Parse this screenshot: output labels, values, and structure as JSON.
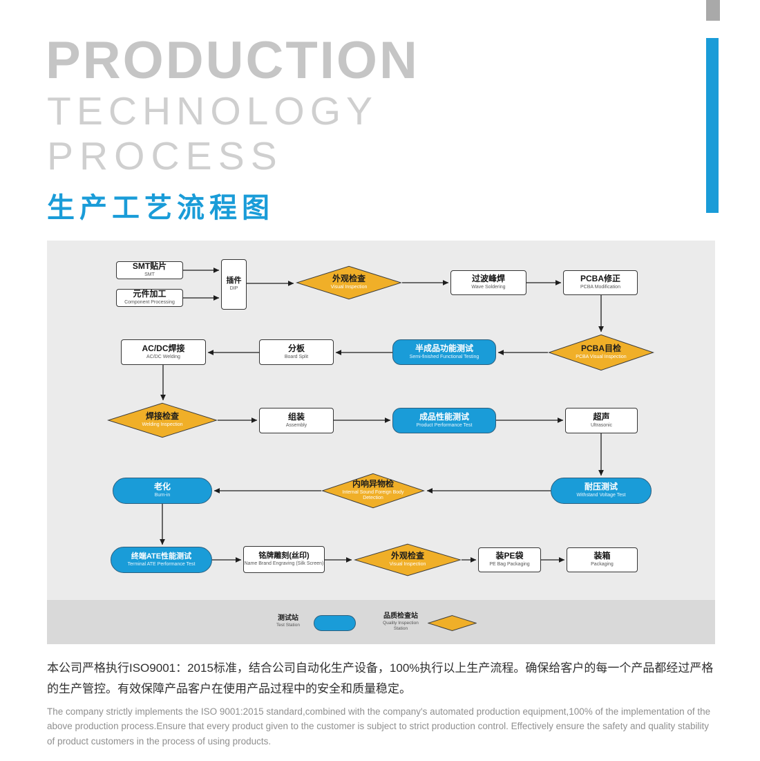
{
  "header": {
    "title_line1": "PRODUCTION",
    "title_line2": "TECHNOLOGY",
    "title_line3": "PROCESS",
    "subtitle_cn": "生产工艺流程图"
  },
  "flowchart": {
    "nodes": {
      "smt": {
        "label": "SMT贴片",
        "sub": "SMT",
        "type": "rect"
      },
      "component_processing": {
        "label": "元件加工",
        "sub": "Component Processing",
        "type": "rect"
      },
      "dip": {
        "label": "插件",
        "sub": "DIP",
        "type": "rect"
      },
      "visual_inspection_1": {
        "label": "外观检查",
        "sub": "Visual Inspection",
        "type": "diamond"
      },
      "wave_soldering": {
        "label": "过波峰焊",
        "sub": "Wave Soldering",
        "type": "rect"
      },
      "pcba_modification": {
        "label": "PCBA修正",
        "sub": "PCBA Modification",
        "type": "rect"
      },
      "pcba_visual_inspection": {
        "label": "PCBA目检",
        "sub": "PCBA Visual Inspection",
        "type": "diamond"
      },
      "semi_finished_test": {
        "label": "半成品功能测试",
        "sub": "Semi-finished Functional Testing",
        "type": "round"
      },
      "board_split": {
        "label": "分板",
        "sub": "Board Split",
        "type": "rect"
      },
      "acdc_welding": {
        "label": "AC/DC焊接",
        "sub": "AC/DC Welding",
        "type": "rect"
      },
      "welding_inspection": {
        "label": "焊接检查",
        "sub": "Welding Inspection",
        "type": "diamond"
      },
      "assembly": {
        "label": "组装",
        "sub": "Assembly",
        "type": "rect"
      },
      "product_performance_test": {
        "label": "成品性能测试",
        "sub": "Product Performance Test",
        "type": "round"
      },
      "ultrasonic": {
        "label": "超声",
        "sub": "Ultrasonic",
        "type": "rect"
      },
      "withstand_voltage_test": {
        "label": "耐压测试",
        "sub": "Withstand Voltage Test",
        "type": "pill"
      },
      "internal_sound_detection": {
        "label": "内响异物检",
        "sub": "Internal Sound Foreign Body Detection",
        "type": "diamond"
      },
      "burn_in": {
        "label": "老化",
        "sub": "Burn-in",
        "type": "pill"
      },
      "terminal_ate_test": {
        "label": "终端ATE性能测试",
        "sub": "Terminal ATE Performance Test",
        "type": "pill"
      },
      "engraving": {
        "label": "铭牌雕刻(丝印)",
        "sub": "Name Brand Engraving (Silk Screen)",
        "type": "rect"
      },
      "visual_inspection_2": {
        "label": "外观检查",
        "sub": "Visual Inspection",
        "type": "diamond"
      },
      "pe_bag": {
        "label": "装PE袋",
        "sub": "PE Bag Packaging",
        "type": "rect"
      },
      "packaging": {
        "label": "装箱",
        "sub": "Packaging",
        "type": "rect"
      }
    },
    "edges": [
      {
        "from": "smt",
        "to": "dip"
      },
      {
        "from": "component_processing",
        "to": "dip"
      },
      {
        "from": "dip",
        "to": "visual_inspection_1"
      },
      {
        "from": "visual_inspection_1",
        "to": "wave_soldering"
      },
      {
        "from": "wave_soldering",
        "to": "pcba_modification"
      },
      {
        "from": "pcba_modification",
        "to": "pcba_visual_inspection"
      },
      {
        "from": "pcba_visual_inspection",
        "to": "semi_finished_test"
      },
      {
        "from": "semi_finished_test",
        "to": "board_split"
      },
      {
        "from": "board_split",
        "to": "acdc_welding"
      },
      {
        "from": "acdc_welding",
        "to": "welding_inspection"
      },
      {
        "from": "welding_inspection",
        "to": "assembly"
      },
      {
        "from": "assembly",
        "to": "product_performance_test"
      },
      {
        "from": "product_performance_test",
        "to": "ultrasonic"
      },
      {
        "from": "ultrasonic",
        "to": "withstand_voltage_test"
      },
      {
        "from": "withstand_voltage_test",
        "to": "internal_sound_detection"
      },
      {
        "from": "internal_sound_detection",
        "to": "burn_in"
      },
      {
        "from": "burn_in",
        "to": "terminal_ate_test"
      },
      {
        "from": "terminal_ate_test",
        "to": "engraving"
      },
      {
        "from": "engraving",
        "to": "visual_inspection_2"
      },
      {
        "from": "visual_inspection_2",
        "to": "pe_bag"
      },
      {
        "from": "pe_bag",
        "to": "packaging"
      }
    ],
    "legend": {
      "test_station": {
        "label": "测试站",
        "sub": "Test Station"
      },
      "quality_station": {
        "label": "品质检查站",
        "sub": "Quality Inspection Station"
      }
    }
  },
  "footer": {
    "paragraph_cn": "本公司严格执行ISO9001：2015标准，结合公司自动化生产设备，100%执行以上生产流程。确保给客户的每一个产品都经过严格的生产管控。有效保障产品客户在使用产品过程中的安全和质量稳定。",
    "paragraph_en": "The company strictly implements the ISO 9001:2015 standard,combined with the company's automated production equipment,100% of the implementation of the above production process.Ensure that every product given to the customer is subject to strict production control. Effectively ensure the safety and quality stability of product customers in the process of using products."
  },
  "colors": {
    "accent_blue": "#1A9CD8",
    "diamond_yellow": "#F0AF28",
    "panel_gray": "#EBEBEB",
    "legend_gray": "#D9D9D9"
  }
}
